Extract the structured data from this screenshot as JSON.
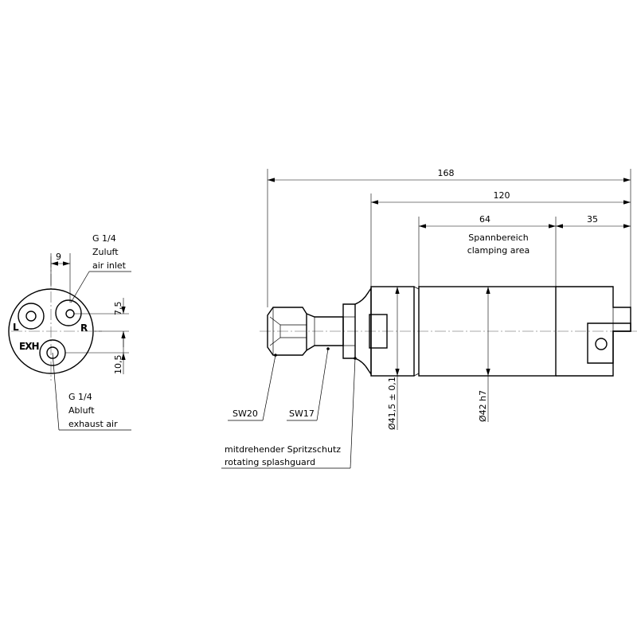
{
  "end_view": {
    "dim_top": "9",
    "dim_upper": "7,5",
    "dim_lower": "10,5",
    "port_left": "L",
    "port_right": "R",
    "port_exhaust": "EXH",
    "inlet": {
      "thread": "G 1/4",
      "de": "Zuluft",
      "en": "air inlet"
    },
    "exhaust": {
      "thread": "G 1/4",
      "de": "Abluft",
      "en": "exhaust air"
    }
  },
  "side_view": {
    "dim_overall": "168",
    "dim_body": "120",
    "dim_clamp": "64",
    "dim_rear": "35",
    "clamp_de": "Spannbereich",
    "clamp_en": "clamping area",
    "dia_front": "Ø41,5 ± 0,1",
    "dia_body": "Ø42 h7",
    "wrench_front": "SW20",
    "wrench_mid": "SW17",
    "splash_de": "mitdrehender Spritzschutz",
    "splash_en": "rotating splashguard"
  }
}
